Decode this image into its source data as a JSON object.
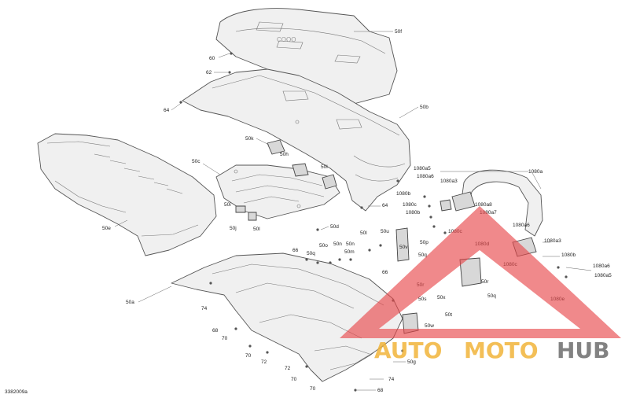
{
  "figure_id": "3382009a",
  "callouts": {
    "c50f": "50f",
    "c60": "60",
    "c62": "62",
    "c64a": "64",
    "c50b": "50b",
    "c50k": "50k",
    "c50h": "50h",
    "c50c": "50c",
    "c50e": "50e",
    "c50i": "50i",
    "c50j": "50j",
    "c50l": "50l",
    "c50d": "50d",
    "c64b": "64",
    "c1080a5a": "1080a5",
    "c1080a6a": "1080a6",
    "c1080a3a": "1080a3",
    "c1080a": "1080a",
    "c1080b": "1080b",
    "c1080c": "1080c",
    "c1080a8": "1080a8",
    "c1080a7": "1080a7",
    "c1080d": "1080d",
    "c1080a6b": "1080a6",
    "c1080a3b": "1080a3",
    "c1080bb": "1080b",
    "c1080a6c": "1080a6",
    "c1080a5b": "1080a5",
    "c1080cb": "1080c",
    "c1080e": "1080e",
    "c1080bc": "1080b",
    "c50p": "50p",
    "c50q": "50q",
    "c50r": "50r",
    "c50s": "50s",
    "c50t": "50t",
    "c50n": "50n",
    "c50m": "50m",
    "c50u": "50u",
    "c50v": "50v",
    "c50o": "50o",
    "c66": "66",
    "c50a": "50a",
    "c74a": "74",
    "c68a": "68",
    "c70a": "70",
    "c70b": "70",
    "c72a": "72",
    "c72b": "72",
    "c70c": "70",
    "c70d": "70",
    "c74b": "74",
    "c68b": "68",
    "c50g": "50g",
    "c50w": "50w",
    "c50x": "50x"
  },
  "watermark": {
    "text_auto": "AUTO",
    "text_moto": "MOTO",
    "text_hub": "HUB",
    "colors": {
      "triangle": "#e8474a",
      "orange": "#f2b53a",
      "gray": "#6d6d6d"
    }
  }
}
